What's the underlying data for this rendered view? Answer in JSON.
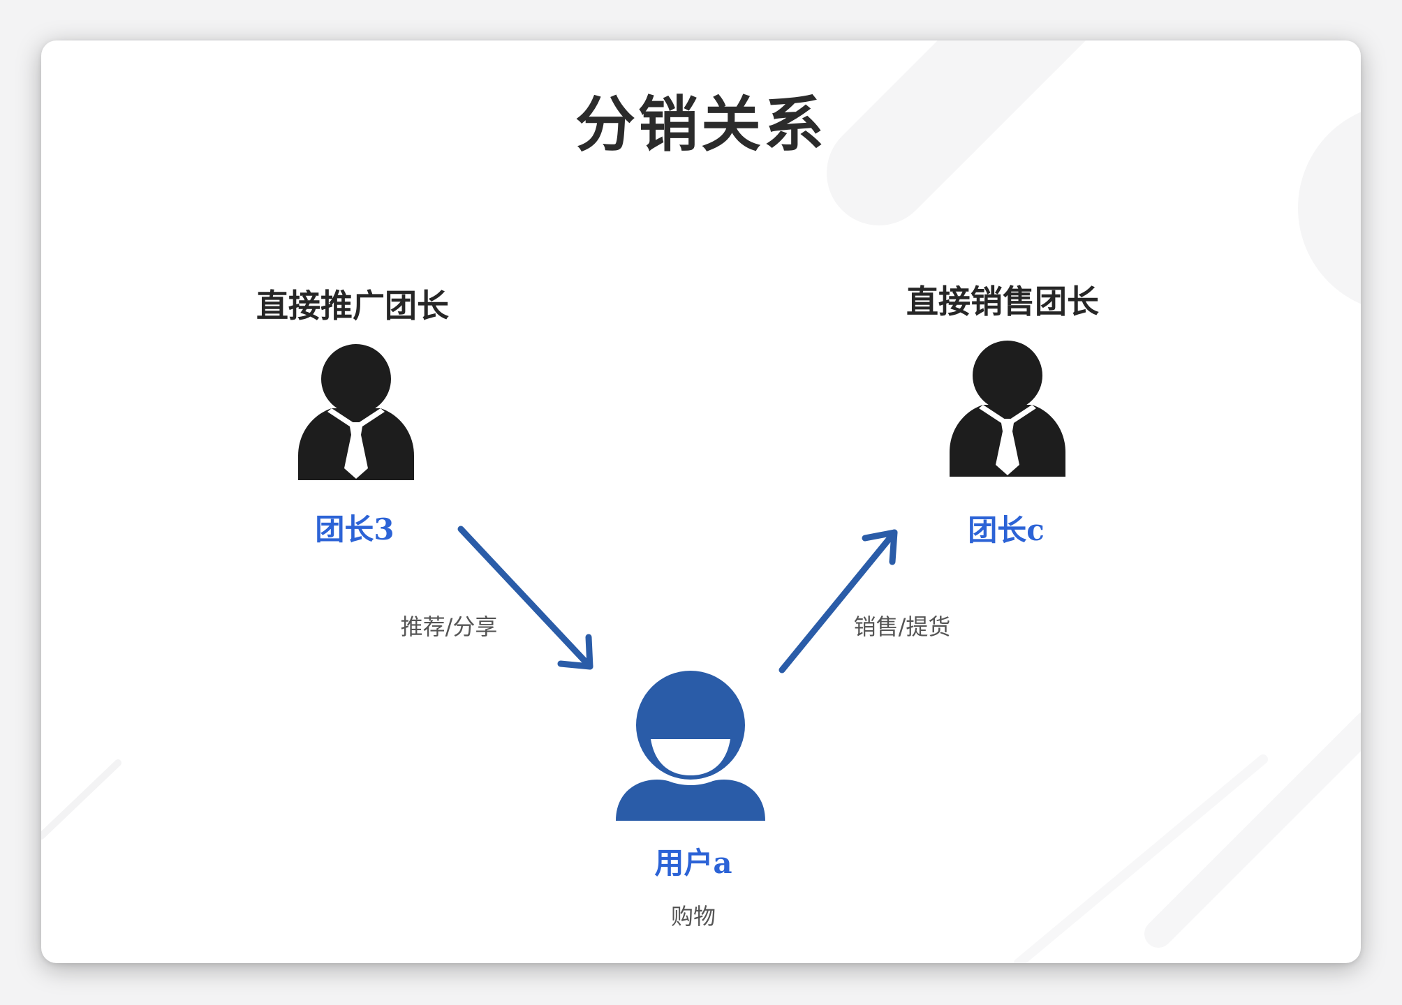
{
  "title": "分销关系",
  "nodes": {
    "promoter": {
      "heading": "直接推广团长",
      "name": "团长3"
    },
    "seller": {
      "heading": "直接销售团长",
      "name": "团长c"
    },
    "user": {
      "name": "用户a",
      "action": "购物"
    }
  },
  "edges": {
    "recommend": "推荐/分享",
    "sell": "销售/提货"
  },
  "colors": {
    "leader_icon": "#1d1d1d",
    "user_icon": "#2a5ca8",
    "arrow": "#2a5ca8",
    "name_text": "#2c63d6"
  },
  "icons": {
    "leader": "businessman-icon",
    "user": "smiling-user-icon"
  }
}
